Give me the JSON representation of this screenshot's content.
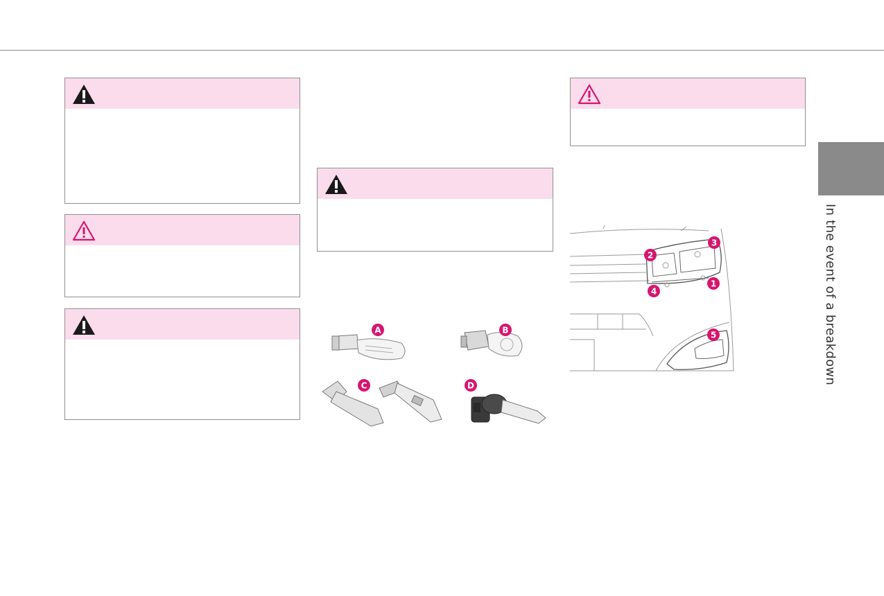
{
  "side_tab": {
    "label": "In the event of a breakdown"
  },
  "figures": {
    "bulbs": {
      "labels": [
        "A",
        "B",
        "C",
        "D"
      ]
    },
    "headlamp": {
      "labels": [
        "1",
        "2",
        "3",
        "4",
        "5"
      ]
    }
  },
  "colors": {
    "accent": "#d6156f",
    "warning_header": "#fadcec",
    "tab_gray": "#8a8a8a"
  },
  "icons": {
    "danger": "warning-filled-icon",
    "caution": "warning-outline-icon"
  }
}
